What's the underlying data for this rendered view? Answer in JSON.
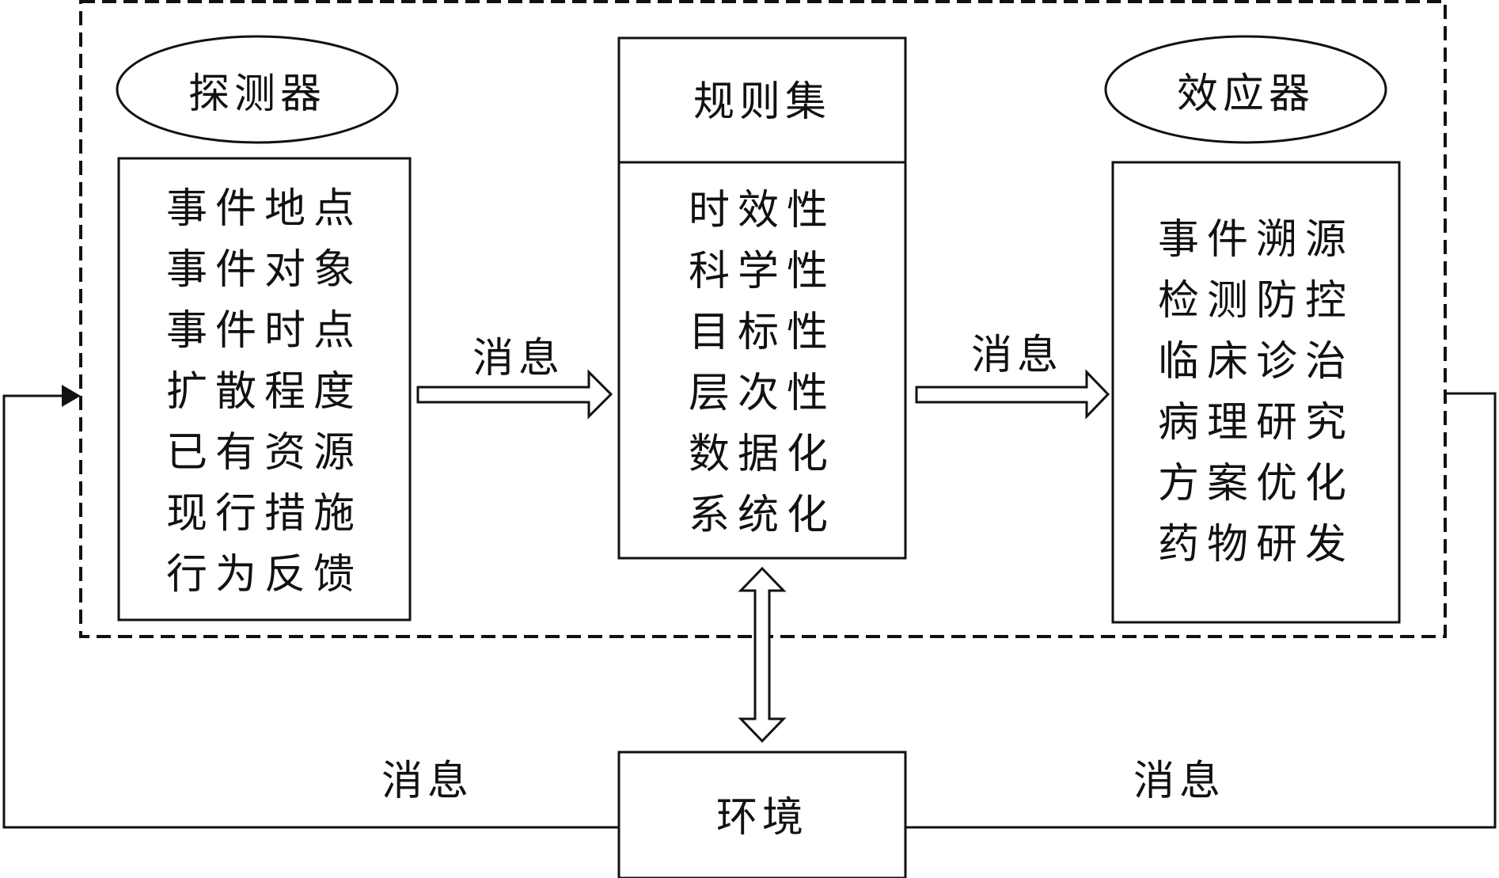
{
  "detector": {
    "title": "探测器",
    "items": [
      "事件地点",
      "事件对象",
      "事件时点",
      "扩散程度",
      "已有资源",
      "现行措施",
      "行为反馈"
    ]
  },
  "rules": {
    "title": "规则集",
    "items": [
      "时效性",
      "科学性",
      "目标性",
      "层次性",
      "数据化",
      "系统化"
    ]
  },
  "effector": {
    "title": "效应器",
    "items": [
      "事件溯源",
      "检测防控",
      "临床诊治",
      "病理研究",
      "方案优化",
      "药物研发"
    ]
  },
  "environment": {
    "label": "环境"
  },
  "messages": {
    "detector_to_rules": "消息",
    "rules_to_effector": "消息",
    "env_to_detector": "消息",
    "effector_to_env": "消息"
  }
}
